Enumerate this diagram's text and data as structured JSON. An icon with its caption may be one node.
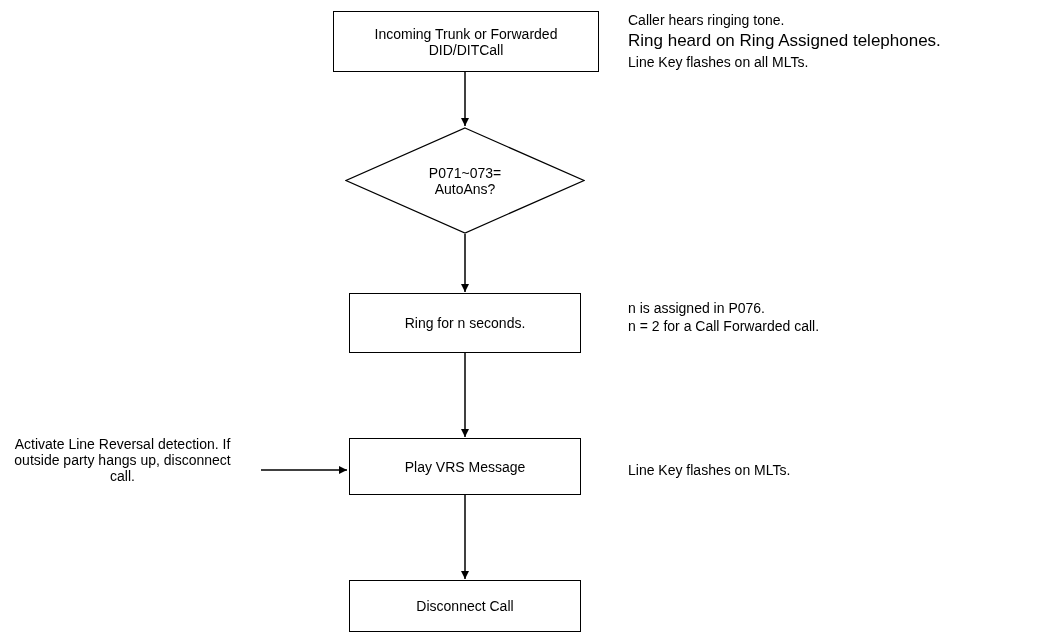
{
  "diagram": {
    "nodes": [
      {
        "text": [
          "Incoming Trunk or Forwarded DID/DITCall"
        ],
        "beside": [
          "Caller hears ringing tone.",
          "Ring heard on Ring Assigned telephones.",
          "Line Key flashes on all MLTs."
        ]
      },
      {
        "text": [
          "P071~073= AutoAns?"
        ]
      },
      {
        "text": [
          "Ring for n seconds."
        ],
        "beside": [
          "n is assigned in P076.",
          "n = 2 for a Call Forwarded call."
        ]
      },
      {
        "text": [
          "Activate Line Reversal detection. If outside party hangs up, disconnect call."
        ]
      },
      {
        "text": [
          "Play VRS Message"
        ],
        "beside": [
          "Line Key flashes on MLTs."
        ]
      },
      {
        "text": [
          "Disconnect Call"
        ]
      }
    ],
    "edges": [
      {
        "from": 0,
        "to": 1,
        "arrow": "to"
      },
      {
        "from": 1,
        "to": 2,
        "arrow": "to"
      },
      {
        "from": 2,
        "to": 4,
        "arrow": "to"
      },
      {
        "from": 3,
        "to": 4,
        "arrow": "to"
      },
      {
        "from": 4,
        "to": 5,
        "arrow": "to"
      }
    ]
  }
}
